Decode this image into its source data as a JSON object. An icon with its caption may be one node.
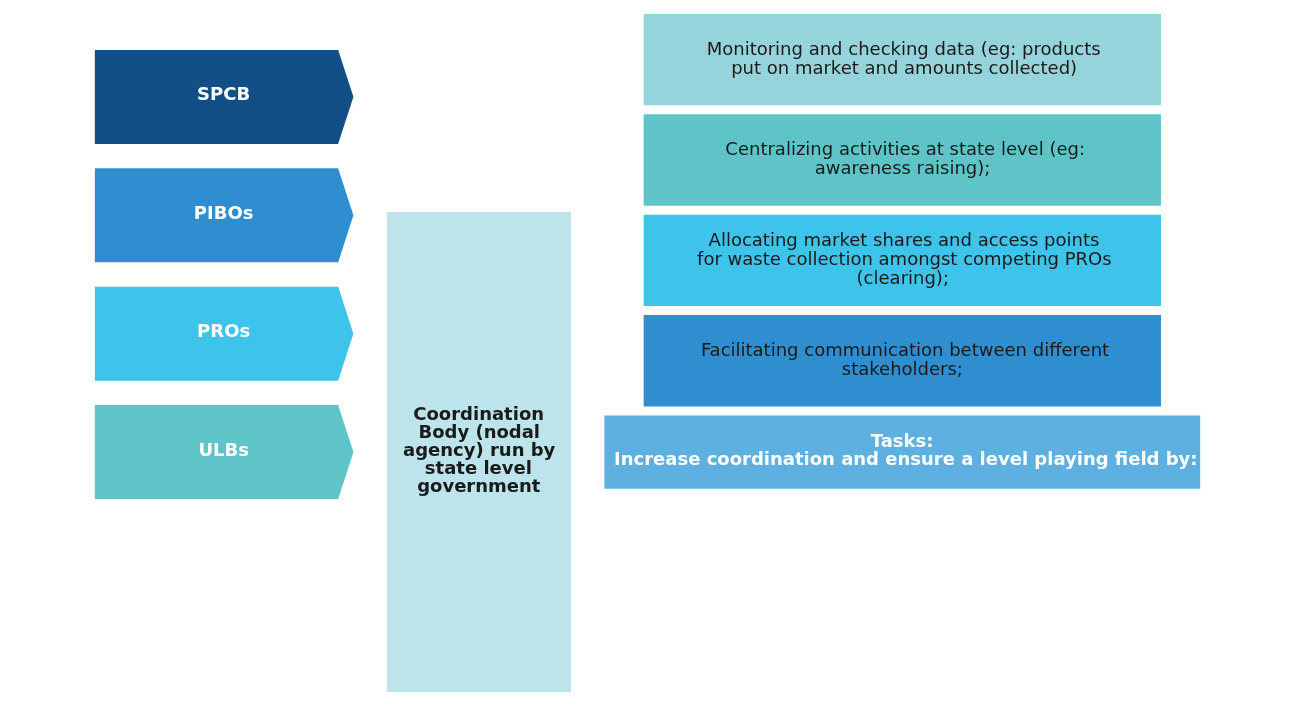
{
  "diagram": {
    "nodes": [
      {
        "text": [
          "ULBs"
        ]
      },
      {
        "text": [
          "PROs"
        ]
      },
      {
        "text": [
          "PIBOs"
        ]
      },
      {
        "text": [
          "SPCB"
        ]
      },
      {
        "text": [
          "Coordination Body (nodal agency) run by state level government"
        ]
      },
      {
        "text": [
          "Tasks:",
          "Increase coordination and ensure a level playing field by:"
        ]
      },
      {
        "text": [
          "Facilitating communication between different stakeholders;"
        ]
      },
      {
        "text": [
          "Allocating market shares and access points for waste collection amongst competing PROs (clearing);"
        ]
      },
      {
        "text": [
          "Centralizing activities at state level (eg: awareness raising);"
        ]
      },
      {
        "text": [
          "Monitoring and checking data (eg: products put on market and amounts collected)"
        ]
      }
    ]
  }
}
